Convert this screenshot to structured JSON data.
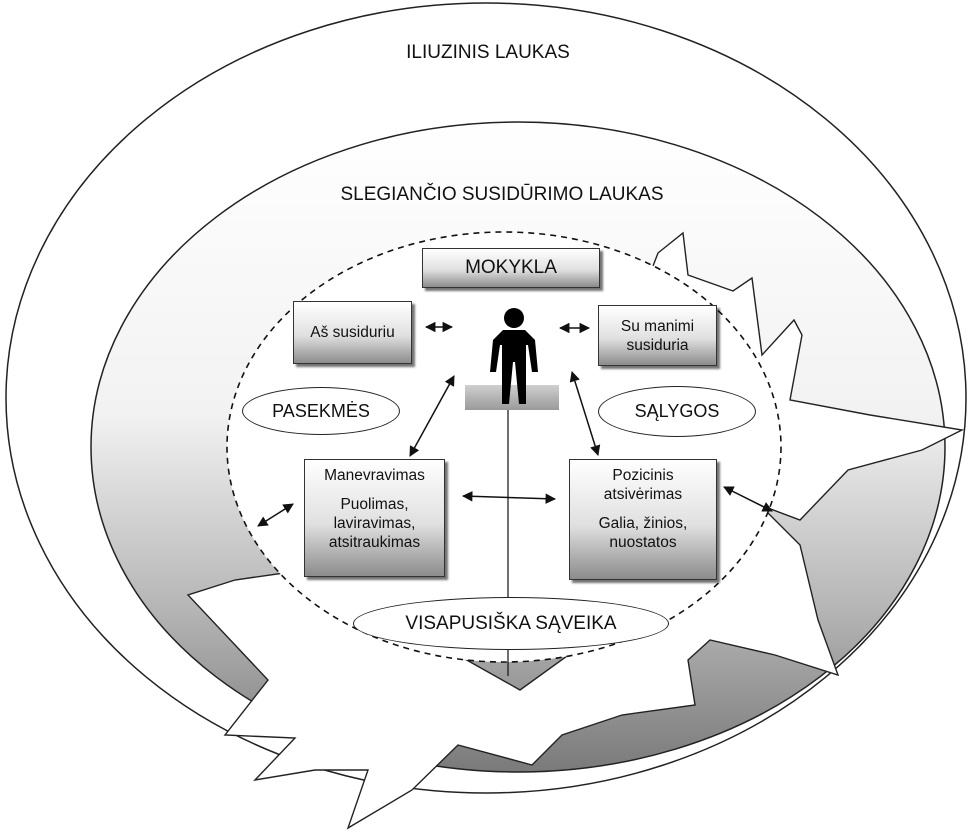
{
  "fields": {
    "outer_title": "ILIUZINIS LAUKAS",
    "inner_title": "SLEGIANČIO SUSIDŪRIMO LAUKAS"
  },
  "boxes": {
    "school": "MOKYKLA",
    "i_confront": "Aš susiduriu",
    "confronts_me_line1": "Su manimi",
    "confronts_me_line2": "susiduria",
    "maneuvering_title": "Manevravimas",
    "maneuvering_line1": "Puolimas,",
    "maneuvering_line2": "laviravimas,",
    "maneuvering_line3": "atsitraukimas",
    "positional_title_line1": "Pozicinis",
    "positional_title_line2": "atsivėrimas",
    "positional_line1": "Galia, žinios,",
    "positional_line2": "nuostatos"
  },
  "ellipses": {
    "consequences": "PASEKMĖS",
    "conditions": "SĄLYGOS",
    "interaction": "VISAPUSIŠKA SĄVEIKA"
  },
  "icons": {
    "person": "person-silhouette-icon",
    "arrows": "double-headed-arrow-icon"
  },
  "colors": {
    "stroke": "#222222",
    "gradient_light": "#ffffff",
    "gradient_dark": "#8c8c8c"
  }
}
